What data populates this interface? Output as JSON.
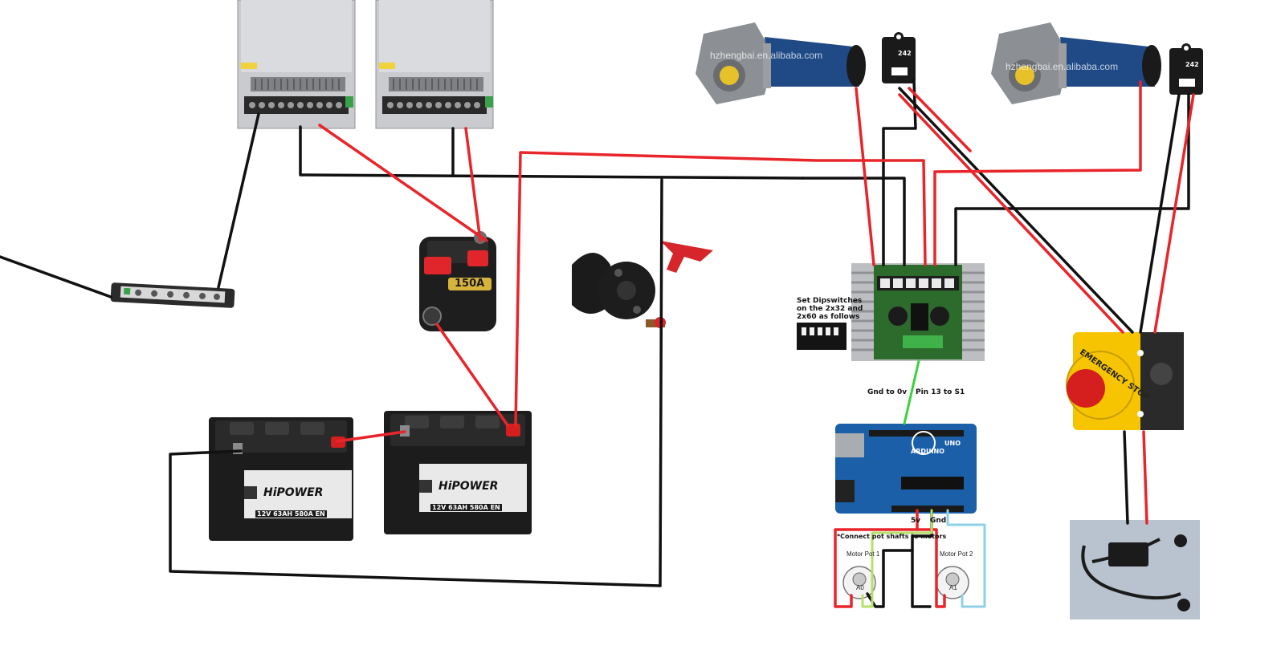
{
  "labels": {
    "breaker_rating": "150A",
    "dipswitch_note_line1": "Set Dipswitches",
    "dipswitch_note_line2": "on the 2x32 and",
    "dipswitch_note_line3": "2x60 as follows",
    "gnd_to_0v": "Gnd to 0v",
    "pin13_to_s1": "Pin 13 to S1",
    "arduino_5v": "5v",
    "arduino_gnd": "Gnd",
    "pot_note": "*Connect pot shafts to motors",
    "motor_pot_1": "Motor Pot 1",
    "motor_pot_2": "Motor Pot 2",
    "pot_1_pin": "A0",
    "pot_2_pin": "A1",
    "relay_code_1": "242",
    "relay_code_2": "242",
    "watermark_1": "hzhengbai.en.alibaba.com",
    "watermark_2": "hzhengbai.en.alibaba.com",
    "emergency_text": "EMERGENCY STOP",
    "arduino_brand": "ARDUINO",
    "arduino_model": "UNO"
  },
  "batteries": [
    {
      "brand": "HiPOWER",
      "spec": "12V 63AH 580A EN"
    },
    {
      "brand": "HiPOWER",
      "spec": "12V 63AH 580A EN"
    }
  ],
  "colors": {
    "wire_red": "#e8252a",
    "wire_black": "#111111",
    "wire_green": "#3dd13d",
    "wire_lightgreen": "#b6e06a",
    "wire_lightblue": "#8fd0e6",
    "psu_silver": "#c7c9cc",
    "battery_black": "#1c1c1c",
    "motor_blue": "#1f4a86",
    "estop_yellow": "#f6c400",
    "estop_red": "#d51f1f",
    "arduino_blue": "#1b5fa8",
    "driver_green": "#2d6b2d"
  }
}
